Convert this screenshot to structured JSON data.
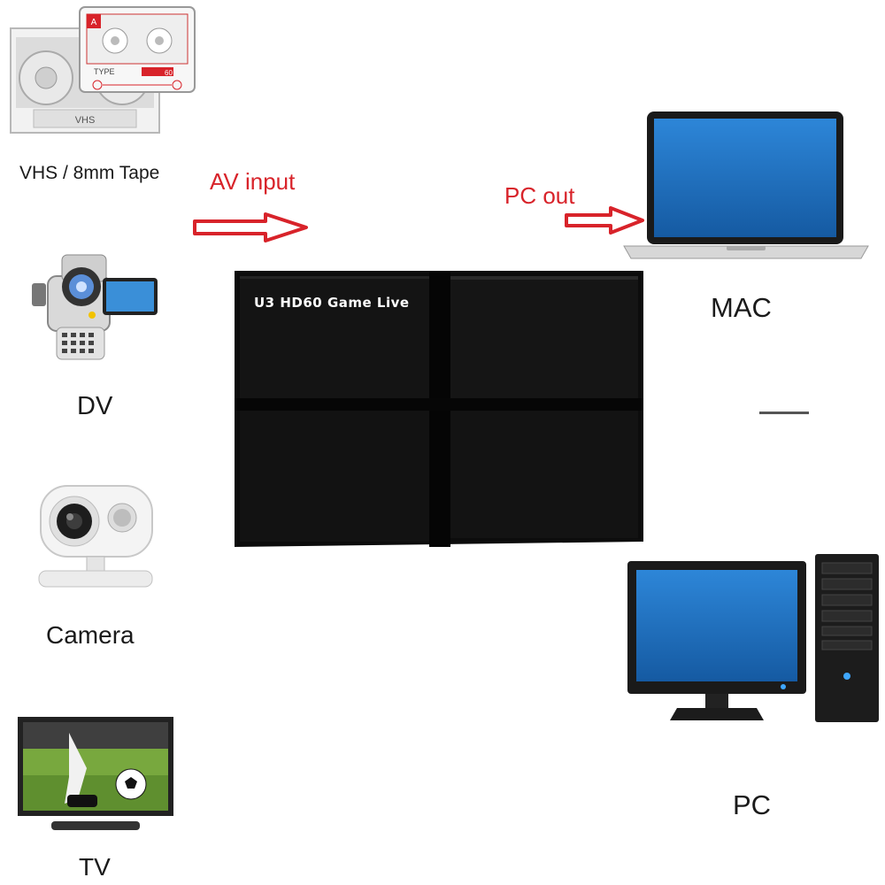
{
  "sources": [
    {
      "id": "vhs",
      "label": "VHS / 8mm Tape",
      "icon": "vhs-tape-icon",
      "tape_text": "VHS",
      "cassette_text": "TYPE",
      "cassette_letter": "A",
      "cassette_counter": "60"
    },
    {
      "id": "dv",
      "label": "DV",
      "icon": "camcorder-icon"
    },
    {
      "id": "camera",
      "label": "Camera",
      "icon": "security-camera-icon"
    },
    {
      "id": "tv",
      "label": "TV",
      "icon": "tv-icon"
    }
  ],
  "input_label": "AV input",
  "output_label": "PC out",
  "device": {
    "label": "U3 HD60 Game Live",
    "icon": "capture-card-icon"
  },
  "targets": [
    {
      "id": "mac",
      "label": "MAC",
      "icon": "laptop-icon"
    },
    {
      "id": "pc",
      "label": "PC",
      "icon": "desktop-computer-icon"
    }
  ],
  "colors": {
    "arrow": "#d8232a",
    "label_red": "#d8232a",
    "device": "#0e0e0e",
    "screen": "#1f6fbf"
  }
}
